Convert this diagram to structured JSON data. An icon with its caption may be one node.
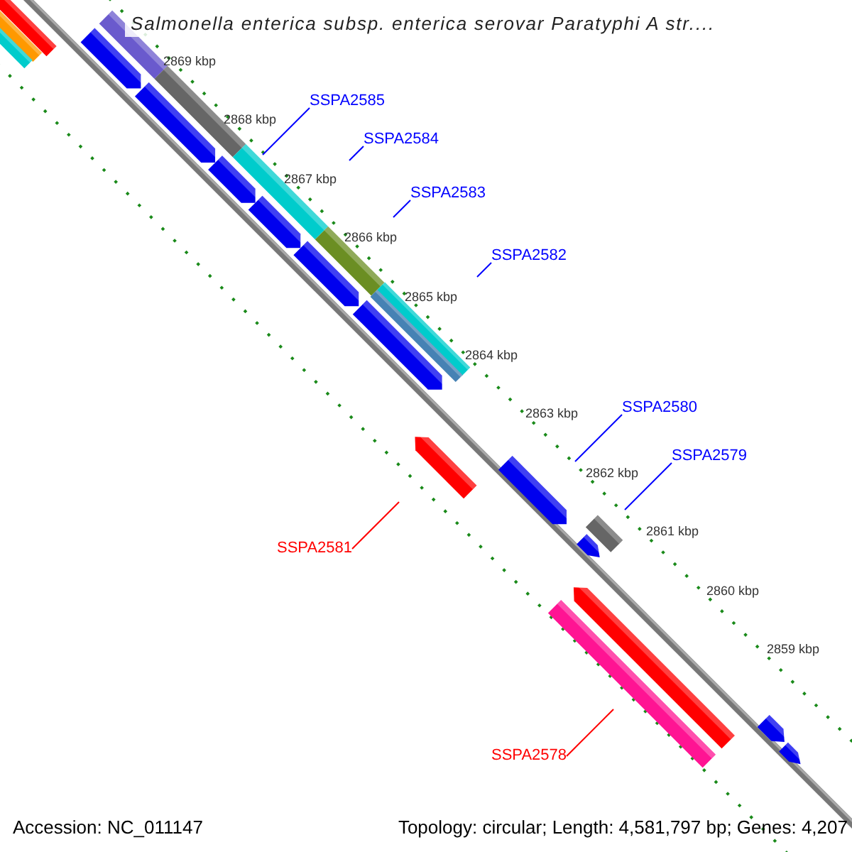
{
  "diagram": {
    "title": "Salmonella enterica subsp. enterica serovar Paratyphi A str....",
    "nodes": [
      {
        "text": [
          "SSPA2585"
        ]
      },
      {
        "text": [
          "SSPA2584"
        ]
      },
      {
        "text": [
          "SSPA2583"
        ]
      },
      {
        "text": [
          "SSPA2582"
        ]
      },
      {
        "text": [
          "SSPA2580"
        ]
      },
      {
        "text": [
          "SSPA2579"
        ]
      },
      {
        "text": [
          "SSPA2581"
        ]
      },
      {
        "text": [
          "SSPA2578"
        ]
      }
    ],
    "edges": [
      {
        "from": 0,
        "to": null,
        "arrow": "none"
      },
      {
        "from": 1,
        "to": null,
        "arrow": "none"
      },
      {
        "from": 2,
        "to": null,
        "arrow": "none"
      },
      {
        "from": 3,
        "to": null,
        "arrow": "none"
      },
      {
        "from": 4,
        "to": null,
        "arrow": "none"
      },
      {
        "from": 5,
        "to": null,
        "arrow": "none"
      },
      {
        "from": 6,
        "to": null,
        "arrow": "none",
        "color": "#ff0000"
      },
      {
        "from": 7,
        "to": null,
        "arrow": "none",
        "color": "#ff0000"
      }
    ],
    "labels": [
      "2869 kbp",
      "2868 kbp",
      "2867 kbp",
      "2866 kbp",
      "2865 kbp",
      "2864 kbp",
      "2863 kbp",
      "2862 kbp",
      "2861 kbp",
      "2860 kbp",
      "2859 kbp",
      "Accession: NC_011147",
      "Topology: circular; Length: 4,581,797 bp; Genes: 4,207"
    ]
  }
}
